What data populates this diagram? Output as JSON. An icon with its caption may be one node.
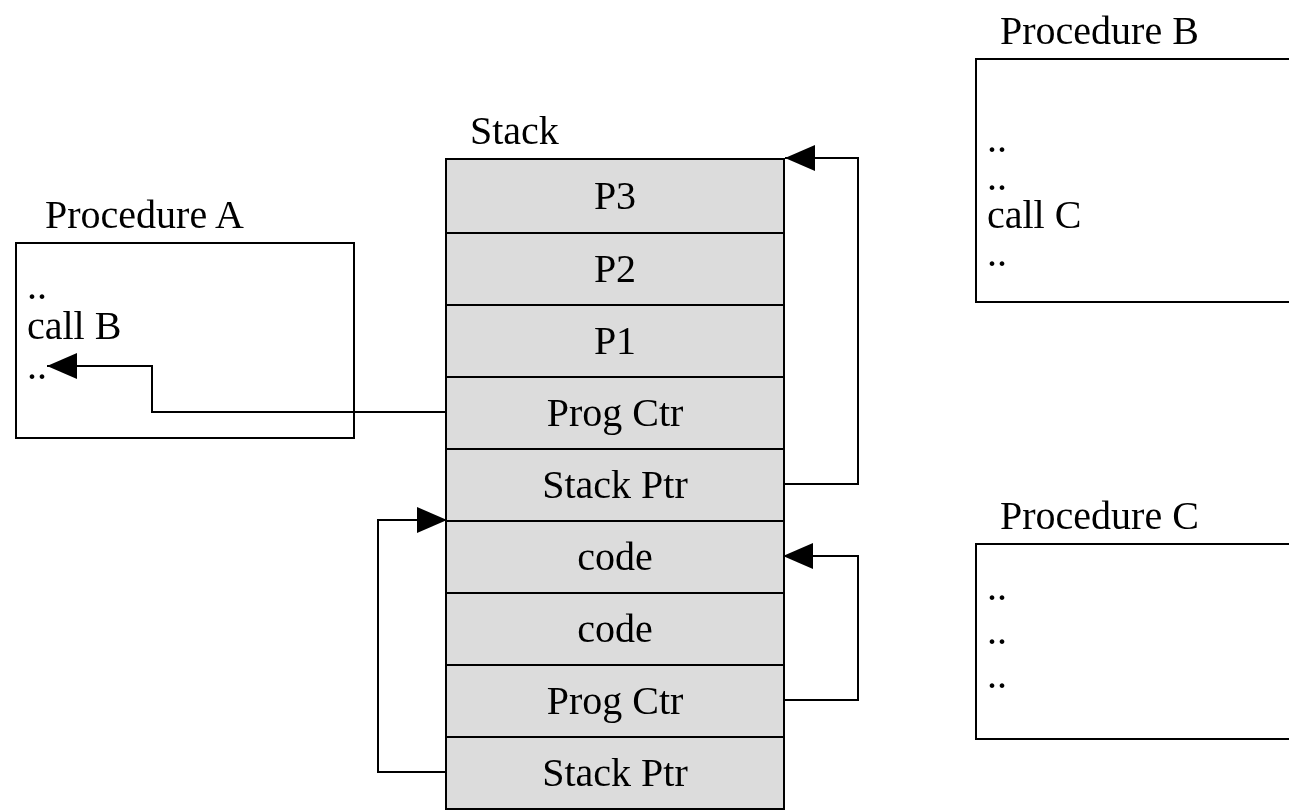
{
  "diagram": {
    "nodes": [
      {
        "text": [
          "Procedure A",
          "..",
          "call B"
        ]
      },
      {
        "text": [
          ".."
        ],
        "in": 0
      },
      {
        "text": [
          "Stack"
        ]
      },
      {
        "text": [
          "P3"
        ],
        "in": 2
      },
      {
        "text": [
          "P2"
        ],
        "in": 2
      },
      {
        "text": [
          "P1"
        ],
        "in": 2
      },
      {
        "text": [
          "Prog Ctr"
        ],
        "in": 2
      },
      {
        "text": [
          "Stack Ptr"
        ],
        "in": 2
      },
      {
        "text": [
          "code"
        ],
        "in": 2
      },
      {
        "text": [
          "code"
        ],
        "in": 2
      },
      {
        "text": [
          "Prog Ctr"
        ],
        "in": 2
      },
      {
        "text": [
          "Stack Ptr"
        ],
        "in": 2
      },
      {
        "text": [
          "Procedure B",
          "..",
          "..",
          "call C",
          ".."
        ]
      },
      {
        "text": [
          "Procedure C",
          "..",
          "..",
          ".."
        ]
      }
    ],
    "edges": [
      {
        "from": 6,
        "to": 1,
        "arrow": "to"
      },
      {
        "from": 7,
        "to": 2,
        "arrow": "to"
      },
      {
        "from": 10,
        "to": 8,
        "arrow": "to"
      },
      {
        "from": 11,
        "to": 8,
        "arrow": "to"
      }
    ]
  }
}
